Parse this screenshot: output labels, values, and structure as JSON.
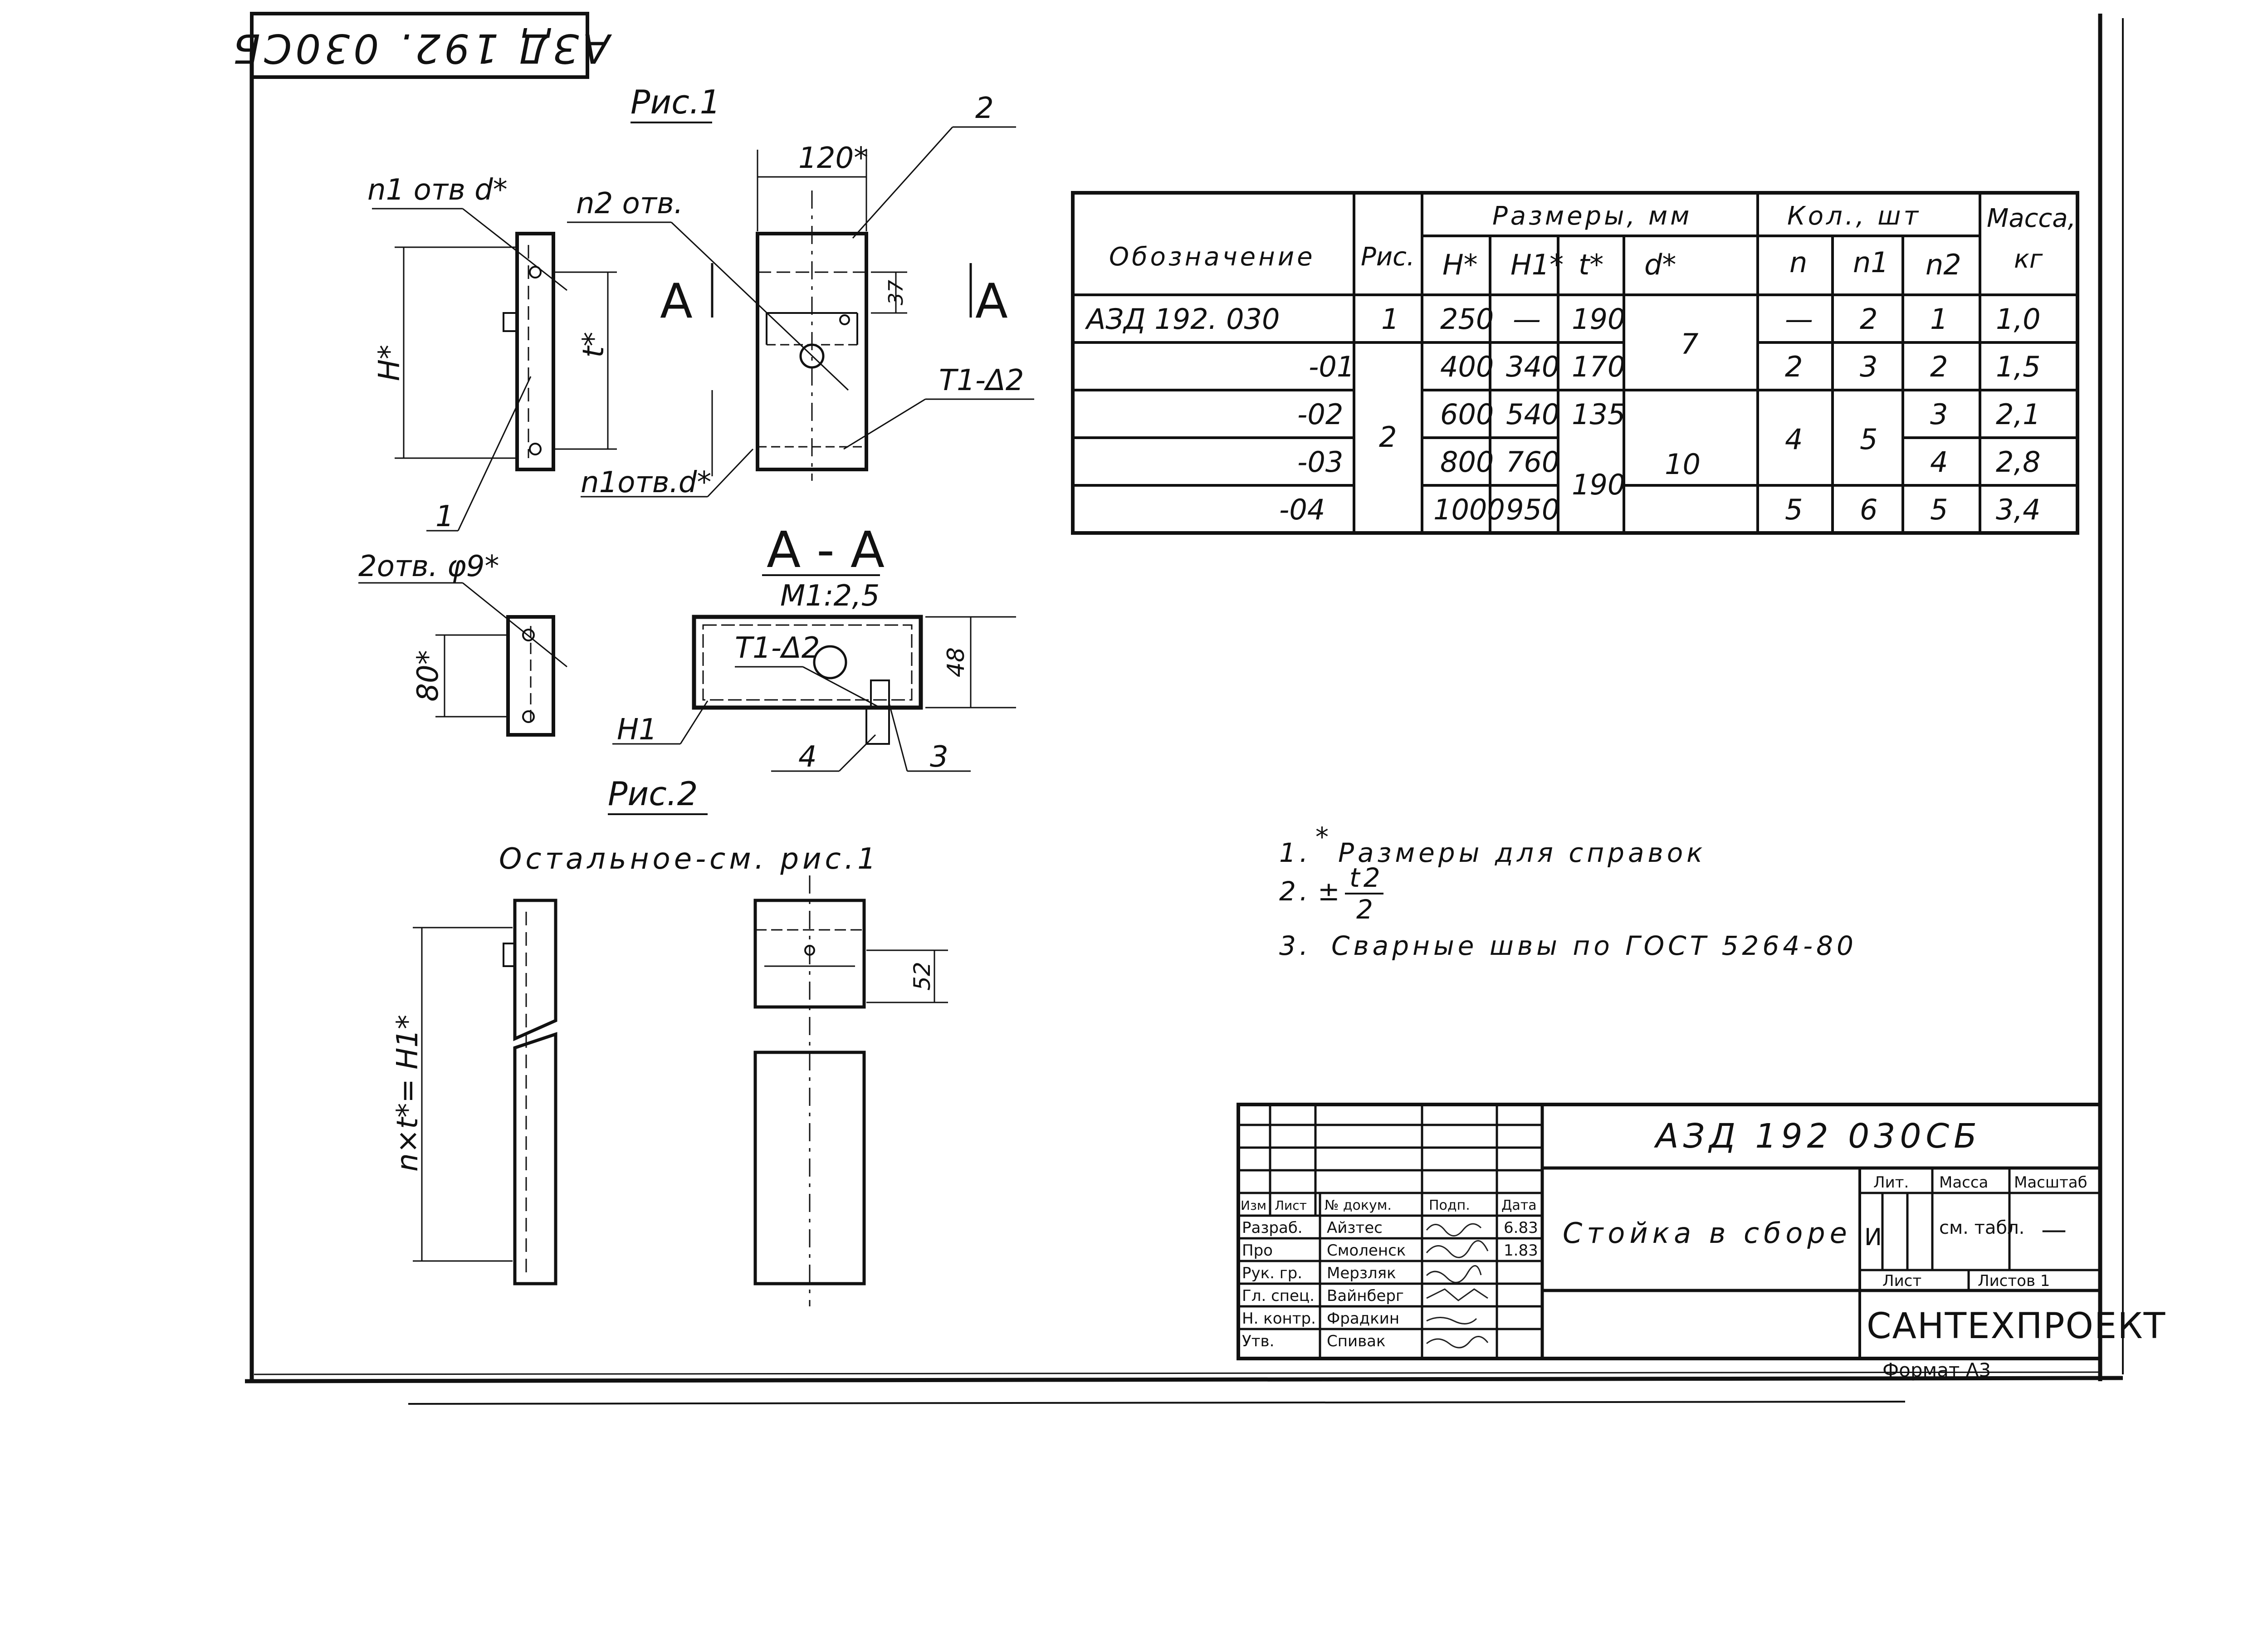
{
  "stamp_top": "АЗД 192. 030СБ",
  "fig1": {
    "title": "Рис.1",
    "label_n1_top": "n1 отв d*",
    "label_n2": "n2 отв.",
    "label_n1_bottom": "n1отв.d*",
    "dim_width": "120*",
    "dim_H": "H*",
    "dim_t": "t*",
    "dim_37": "37",
    "weld": "T1-Δ2",
    "section_mark": "A",
    "leader_1": "1",
    "leader_2": "2"
  },
  "section": {
    "title": "A - A",
    "scale": "M1:2,5",
    "weld": "T1-Δ2",
    "dim_48": "48",
    "label_h1": "H1",
    "leader_3": "3",
    "leader_4": "4"
  },
  "small_part": {
    "label": "2отв. φ9*",
    "dim_80": "80*"
  },
  "fig2": {
    "title": "Рис.2",
    "note": "Остальное-см. рис.1",
    "dim_nxt": "n×t*= H1*",
    "dim_52": "52"
  },
  "table": {
    "headers": {
      "designation": "Обозначение",
      "fig": "Рис.",
      "sizes_group": "Размеры, мм",
      "H": "H*",
      "H1": "H1*",
      "t": "t*",
      "d": "d*",
      "qty_group": "Кол., шт",
      "n": "n",
      "n1": "n1",
      "n2": "n2",
      "mass": "Масса,",
      "mass_unit": "кг"
    },
    "rows": [
      {
        "designation": "АЗД 192. 030",
        "H": "250",
        "H1": "—",
        "t": "190",
        "n": "—",
        "n1": "2",
        "n2": "1",
        "mass": "1,0"
      },
      {
        "designation": "-01",
        "H": "400",
        "H1": "340",
        "t": "170",
        "n": "2",
        "n1": "3",
        "n2": "2",
        "mass": "1,5"
      },
      {
        "designation": "-02",
        "H": "600",
        "H1": "540",
        "t": "135",
        "n2": "3",
        "mass": "2,1"
      },
      {
        "designation": "-03",
        "H": "800",
        "H1": "760",
        "n2": "4",
        "mass": "2,8"
      },
      {
        "designation": "-04",
        "H": "1000",
        "H1": "950",
        "n": "5",
        "n1": "6",
        "n2": "5",
        "mass": "3,4"
      }
    ],
    "merged": {
      "fig_row1": "1",
      "fig_rows2_5": "2",
      "d_rows1_2": "7",
      "d_rows3_4": "10",
      "t_rows4_5": "190",
      "n_rows3_4": "4",
      "n1_rows3_4": "5"
    }
  },
  "notes": {
    "n1_num": "1.",
    "n1_star": "*",
    "n1_text": "Размеры для справок",
    "n2_num": "2.",
    "n2_pm": "±",
    "n2_numer": "t2",
    "n2_denom": "2",
    "n3_num": "3.",
    "n3_text": "Сварные швы по ГОСТ 5264-80"
  },
  "title_block": {
    "doc_code": "АЗД 192 030СБ",
    "name": "Стойка в сборе",
    "lit": "Лит.",
    "mass": "Масса",
    "scale": "Масштаб",
    "lit_val": "И",
    "mass_val": "см. табл.",
    "scale_val": "—",
    "sheet": "Лист",
    "sheets": "Листов 1",
    "org": "САНТЕХПРОЕКТ",
    "format": "Формат А3",
    "col_headers": [
      "Изм",
      "Лист",
      "№ докум.",
      "Подп.",
      "Дата"
    ],
    "roles": [
      {
        "role": "Разраб.",
        "name": "Айзтес",
        "date": "6.83"
      },
      {
        "role": "Про",
        "name": "Смоленск",
        "date": "1.83"
      },
      {
        "role": "Рук. гр.",
        "name": "Мерзляк",
        "date": ""
      },
      {
        "role": "Гл. спец.",
        "name": "Вайнберг",
        "date": ""
      },
      {
        "role": "Н. контр.",
        "name": "Фрадкин",
        "date": ""
      },
      {
        "role": "Утв.",
        "name": "Спивак",
        "date": ""
      }
    ]
  }
}
